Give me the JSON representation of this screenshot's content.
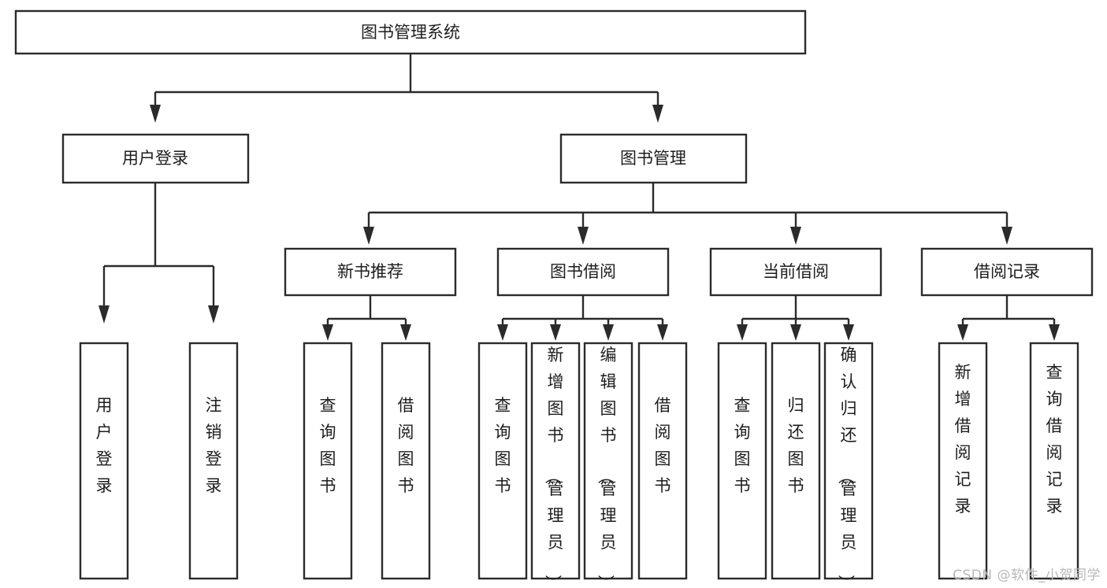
{
  "diagram": {
    "type": "hierarchy-tree",
    "title": "图书管理系统",
    "orientation": "top-down",
    "watermark": "CSDN @软件_小贺同学",
    "colors": {
      "box_stroke": "#2b2b2b",
      "box_fill": "#ffffff",
      "text": "#1d1d1d",
      "background": "#ffffff",
      "watermark": "#b8b8b8"
    },
    "levels": {
      "root": {
        "label": "图书管理系统"
      },
      "level2": [
        {
          "label": "用户登录"
        },
        {
          "label": "图书管理"
        }
      ],
      "level3": [
        {
          "label": "新书推荐"
        },
        {
          "label": "图书借阅"
        },
        {
          "label": "当前借阅"
        },
        {
          "label": "借阅记录"
        }
      ],
      "leaves": {
        "user_login": [
          {
            "label": "用户登录"
          },
          {
            "label": "注销登录"
          }
        ],
        "new_book_recommend": [
          {
            "label": "查询图书"
          },
          {
            "label": "借阅图书"
          }
        ],
        "book_borrow": [
          {
            "label": "查询图书"
          },
          {
            "label": "新增图书（管理员）"
          },
          {
            "label": "编辑图书（管理员）"
          },
          {
            "label": "借阅图书"
          }
        ],
        "current_borrow": [
          {
            "label": "查询图书"
          },
          {
            "label": "归还图书"
          },
          {
            "label": "确认归还（管理员）"
          }
        ],
        "borrow_record": [
          {
            "label": "新增借阅记录"
          },
          {
            "label": "查询借阅记录"
          }
        ]
      }
    }
  }
}
